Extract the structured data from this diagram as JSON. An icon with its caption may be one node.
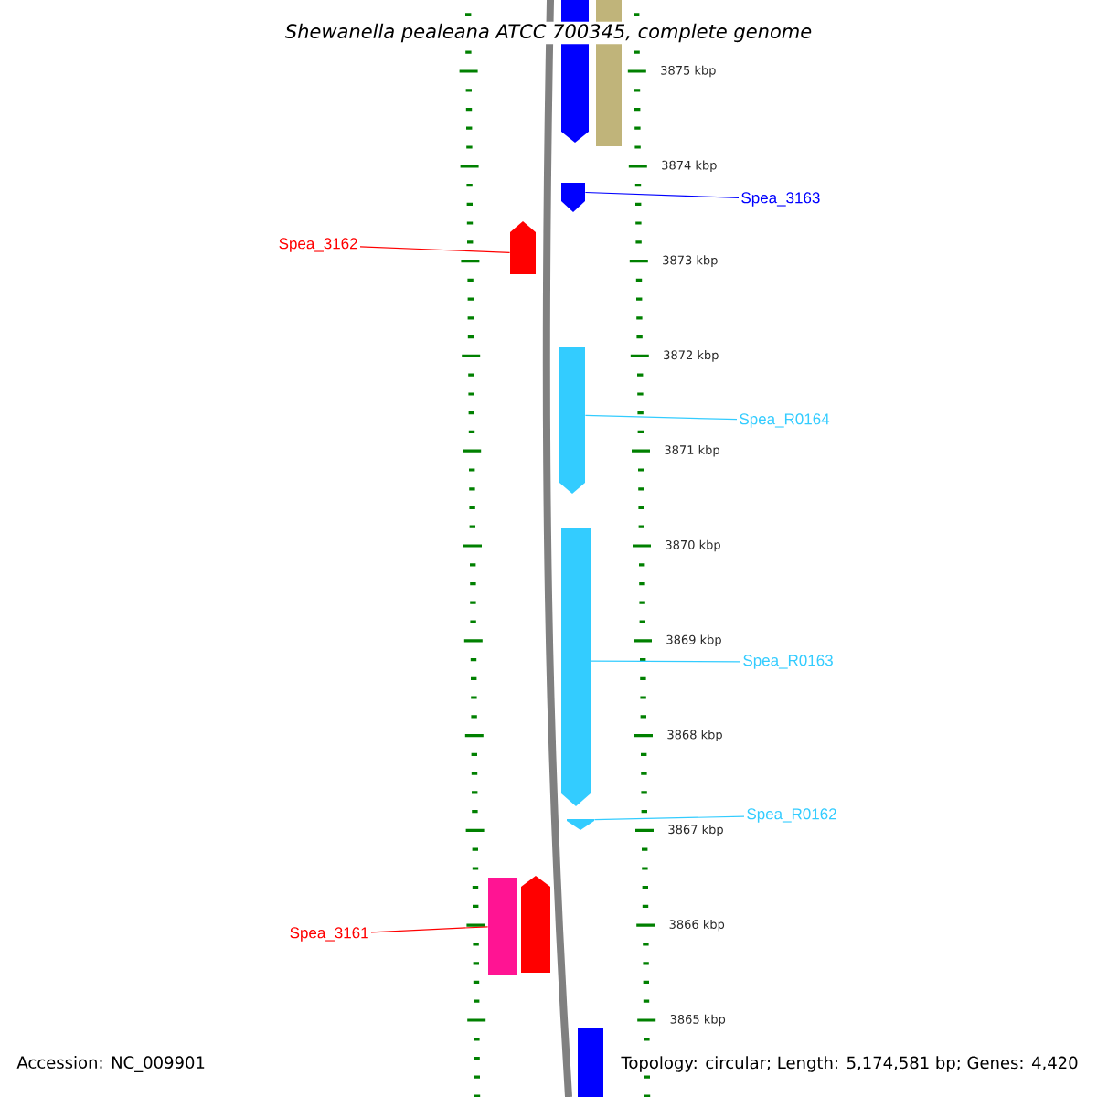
{
  "diagram": {
    "title": "Shewanella pealeana ATCC 700345, complete genome",
    "nodes": [
      {
        "text": [],
        "shape": "bar"
      },
      {
        "text": [],
        "shape": "bar"
      },
      {
        "text": [
          "Spea_3163"
        ]
      },
      {
        "text": [],
        "shape": "bar"
      },
      {
        "text": [
          "Spea_3162"
        ]
      },
      {
        "text": [],
        "shape": "bar"
      },
      {
        "text": [],
        "shape": "bar"
      },
      {
        "text": [
          "Spea_R0164"
        ]
      },
      {
        "text": [],
        "shape": "bar"
      },
      {
        "text": [
          "Spea_R0163"
        ]
      },
      {
        "text": [],
        "shape": "bar"
      },
      {
        "text": [
          "Spea_R0162"
        ]
      },
      {
        "text": [],
        "shape": "bar"
      },
      {
        "text": [],
        "shape": "bar"
      },
      {
        "text": [
          "Spea_3161"
        ]
      },
      {
        "text": [],
        "shape": "bar"
      }
    ],
    "edges": [
      {
        "from": 2,
        "to": 3,
        "arrow": "none",
        "color": "#0000ff"
      },
      {
        "from": 4,
        "to": 5,
        "arrow": "none",
        "color": "#ff0000"
      },
      {
        "from": 7,
        "to": 6,
        "arrow": "none",
        "color": "#33ccff"
      },
      {
        "from": 9,
        "to": 8,
        "arrow": "none",
        "color": "#33ccff"
      },
      {
        "from": 11,
        "to": 10,
        "arrow": "none",
        "color": "#33ccff"
      },
      {
        "from": 14,
        "to": 12,
        "arrow": "none",
        "color": "#ff0000"
      }
    ],
    "labels": [
      "3875 kbp",
      "3874 kbp",
      "3873 kbp",
      "3872 kbp",
      "3871 kbp",
      "3870 kbp",
      "3869 kbp",
      "3868 kbp",
      "3867 kbp",
      "3866 kbp",
      "3865 kbp",
      "Accession: NC_009901",
      "Topology: circular; Length: 5,174,581 bp; Genes: 4,420"
    ]
  }
}
